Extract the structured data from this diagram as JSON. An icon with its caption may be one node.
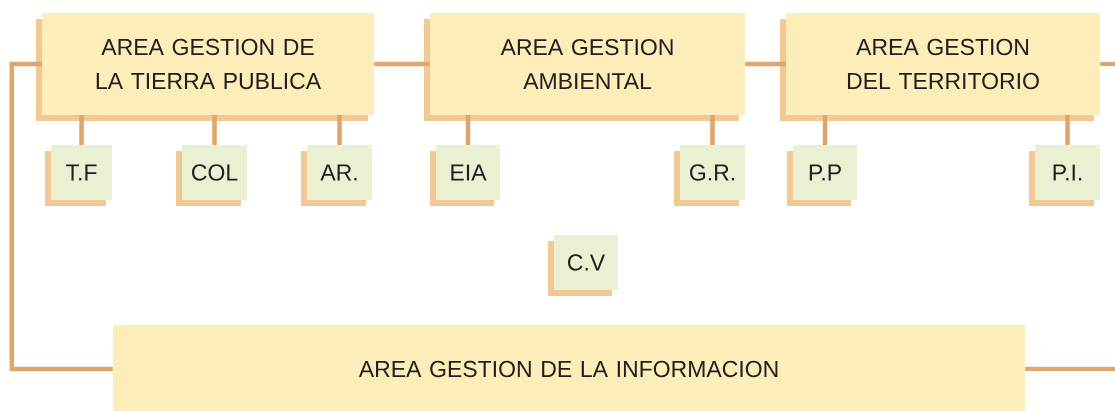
{
  "diagram": {
    "nodes": [
      {
        "text": [
          "AREA GESTION DE LA TIERRA PUBLICA"
        ]
      },
      {
        "text": [
          "AREA GESTION AMBIENTAL"
        ]
      },
      {
        "text": [
          "AREA GESTION DEL TERRITORIO"
        ]
      },
      {
        "text": [
          "T.F"
        ]
      },
      {
        "text": [
          "COL"
        ]
      },
      {
        "text": [
          "AR."
        ]
      },
      {
        "text": [
          "EIA"
        ]
      },
      {
        "text": [
          "G.R."
        ]
      },
      {
        "text": [
          "P.P"
        ]
      },
      {
        "text": [
          "P.I."
        ]
      },
      {
        "text": [
          "C.V"
        ]
      },
      {
        "text": [
          "AREA GESTION DE LA INFORMACION"
        ]
      }
    ],
    "edges": [
      {
        "from": 0,
        "to": 1,
        "arrow": "none"
      },
      {
        "from": 1,
        "to": 2,
        "arrow": "none"
      },
      {
        "from": 2,
        "to": null,
        "arrow": "none"
      },
      {
        "from": 0,
        "to": 11,
        "arrow": "none"
      },
      {
        "from": 11,
        "to": null,
        "arrow": "none"
      },
      {
        "from": 0,
        "to": 3,
        "arrow": "none"
      },
      {
        "from": 0,
        "to": 4,
        "arrow": "none"
      },
      {
        "from": 0,
        "to": 5,
        "arrow": "none"
      },
      {
        "from": 1,
        "to": 6,
        "arrow": "none"
      },
      {
        "from": 1,
        "to": 7,
        "arrow": "none"
      },
      {
        "from": 2,
        "to": 8,
        "arrow": "none"
      },
      {
        "from": 2,
        "to": 9,
        "arrow": "none"
      }
    ]
  }
}
